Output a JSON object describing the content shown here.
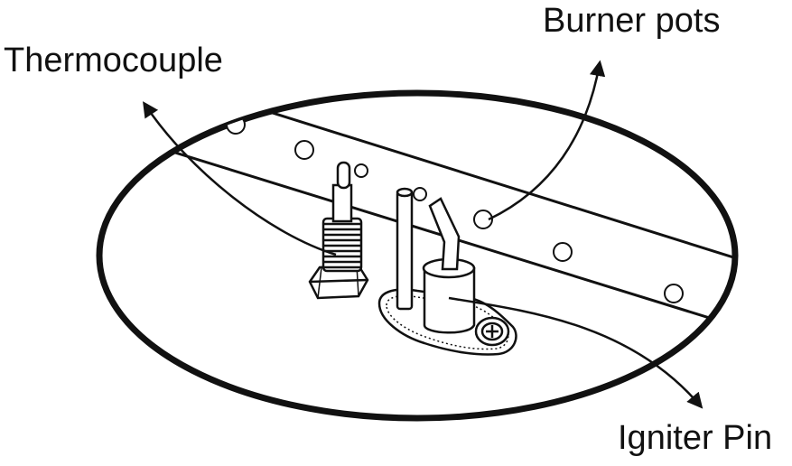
{
  "labels": {
    "thermocouple": "Thermocouple",
    "burner_ports": "Burner pots",
    "igniter_pin": "Igniter Pin"
  },
  "colors": {
    "ink": "#111111",
    "background": "#ffffff"
  }
}
